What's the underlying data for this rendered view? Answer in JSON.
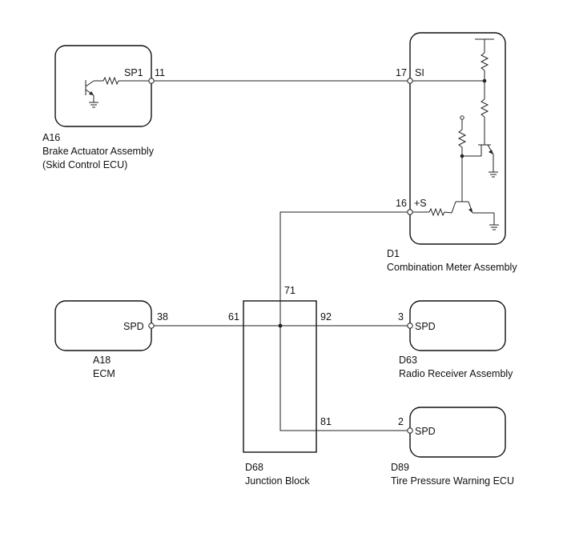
{
  "components": {
    "a16": {
      "code": "A16",
      "name_line1": "Brake Actuator Assembly",
      "name_line2": "(Skid Control ECU)",
      "pin_label": "SP1",
      "pin_number": "11"
    },
    "d1": {
      "code": "D1",
      "name": "Combination Meter Assembly",
      "si_label": "SI",
      "si_number": "17",
      "s_label": "+S",
      "s_number": "16"
    },
    "a18": {
      "code": "A18",
      "name": "ECM",
      "pin_label": "SPD",
      "pin_number": "38"
    },
    "d68": {
      "code": "D68",
      "name": "Junction Block",
      "pin_top": "71",
      "pin_left": "61",
      "pin_right_upper": "92",
      "pin_right_lower": "81"
    },
    "d63": {
      "code": "D63",
      "name": "Radio Receiver Assembly",
      "pin_label": "SPD",
      "pin_number": "3"
    },
    "d89": {
      "code": "D89",
      "name": "Tire Pressure Warning ECU",
      "pin_label": "SPD",
      "pin_number": "2"
    }
  }
}
